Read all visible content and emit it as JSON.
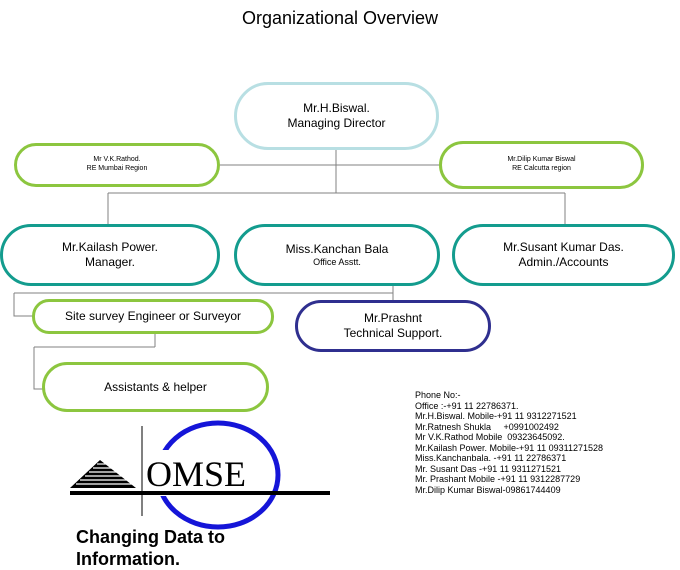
{
  "title": "Organizational Overview",
  "nodes": {
    "md": {
      "name": "Mr.H.Biswal.",
      "role": "Managing Director"
    },
    "mumbai": {
      "name": "Mr V.K.Rathod.",
      "role": "RE Mumbai Region"
    },
    "calcutta": {
      "name": "Mr.Dilip Kumar Biswal",
      "role": "RE Calcutta region"
    },
    "manager": {
      "name": "Mr.Kailash Power.",
      "role": "Manager."
    },
    "office": {
      "name": "Miss.Kanchan Bala",
      "role": "Office Asstt."
    },
    "admin": {
      "name": "Mr.Susant Kumar Das.",
      "role": "Admin./Accounts"
    },
    "surveyor": {
      "label": "Site survey Engineer or Surveyor"
    },
    "tech": {
      "name": "Mr.Prashnt",
      "role": "Technical Support."
    },
    "assistants": {
      "label": "Assistants & helper"
    }
  },
  "phone": {
    "heading": "Phone No:-",
    "lines": [
      "Office :-+91 11 22786371.",
      "Mr.H.Biswal. Mobile-+91 11 9312271521",
      "Mr.Ratnesh Shukla     +0991002492",
      "Mr V.K.Rathod Mobile  09323645092.",
      "Mr.Kailash Power. Mobile-+91 11 09311271528",
      "Miss.Kanchanbala. -+91 11 22786371",
      "Mr. Susant Das -+91 11 9311271521",
      "Mr. Prashant Mobile -+91 11 9312287729",
      "Mr.Dilip Kumar Biswal-09861744409"
    ]
  },
  "logo": {
    "text": "OMSE",
    "icon": "omse-logo"
  },
  "tagline": {
    "line1": "Changing Data to",
    "line2": "Information."
  }
}
